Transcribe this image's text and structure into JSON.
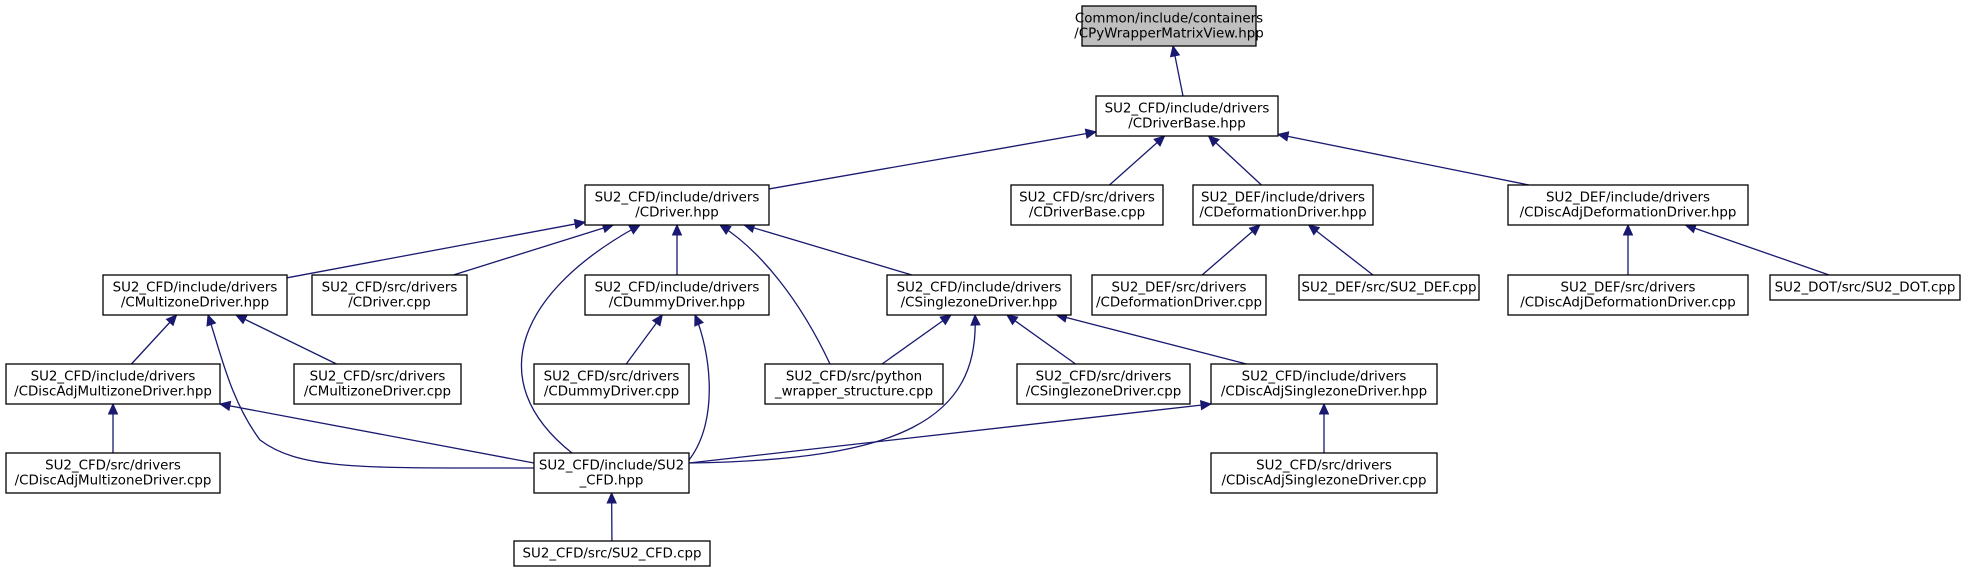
{
  "graph": {
    "nodes": [
      {
        "id": "root",
        "lines": [
          "Common/include/containers",
          "/CPyWrapperMatrixView.hpp"
        ],
        "highlight": true
      },
      {
        "id": "driverbase_hpp",
        "lines": [
          "SU2_CFD/include/drivers",
          "/CDriverBase.hpp"
        ]
      },
      {
        "id": "driver_hpp",
        "lines": [
          "SU2_CFD/include/drivers",
          "/CDriver.hpp"
        ]
      },
      {
        "id": "driverbase_cpp",
        "lines": [
          "SU2_CFD/src/drivers",
          "/CDriverBase.cpp"
        ]
      },
      {
        "id": "deformation_hpp",
        "lines": [
          "SU2_DEF/include/drivers",
          "/CDeformationDriver.hpp"
        ]
      },
      {
        "id": "discadjdeform_hpp",
        "lines": [
          "SU2_DEF/include/drivers",
          "/CDiscAdjDeformationDriver.hpp"
        ]
      },
      {
        "id": "multizone_hpp",
        "lines": [
          "SU2_CFD/include/drivers",
          "/CMultizoneDriver.hpp"
        ]
      },
      {
        "id": "driver_cpp",
        "lines": [
          "SU2_CFD/src/drivers",
          "/CDriver.cpp"
        ]
      },
      {
        "id": "dummy_hpp",
        "lines": [
          "SU2_CFD/include/drivers",
          "/CDummyDriver.hpp"
        ]
      },
      {
        "id": "singlezone_hpp",
        "lines": [
          "SU2_CFD/include/drivers",
          "/CSinglezoneDriver.hpp"
        ]
      },
      {
        "id": "deformation_cpp",
        "lines": [
          "SU2_DEF/src/drivers",
          "/CDeformationDriver.cpp"
        ]
      },
      {
        "id": "su2def_cpp",
        "lines": [
          "SU2_DEF/src/SU2_DEF.cpp"
        ]
      },
      {
        "id": "discadjdeform_cpp",
        "lines": [
          "SU2_DEF/src/drivers",
          "/CDiscAdjDeformationDriver.cpp"
        ]
      },
      {
        "id": "su2dot_cpp",
        "lines": [
          "SU2_DOT/src/SU2_DOT.cpp"
        ]
      },
      {
        "id": "discadjmulti_hpp",
        "lines": [
          "SU2_CFD/include/drivers",
          "/CDiscAdjMultizoneDriver.hpp"
        ]
      },
      {
        "id": "multizone_cpp",
        "lines": [
          "SU2_CFD/src/drivers",
          "/CMultizoneDriver.cpp"
        ]
      },
      {
        "id": "dummy_cpp",
        "lines": [
          "SU2_CFD/src/drivers",
          "/CDummyDriver.cpp"
        ]
      },
      {
        "id": "python_cpp",
        "lines": [
          "SU2_CFD/src/python",
          "_wrapper_structure.cpp"
        ]
      },
      {
        "id": "singlezone_cpp",
        "lines": [
          "SU2_CFD/src/drivers",
          "/CSinglezoneDriver.cpp"
        ]
      },
      {
        "id": "discadjsingle_hpp",
        "lines": [
          "SU2_CFD/include/drivers",
          "/CDiscAdjSinglezoneDriver.hpp"
        ]
      },
      {
        "id": "discadjmulti_cpp",
        "lines": [
          "SU2_CFD/src/drivers",
          "/CDiscAdjMultizoneDriver.cpp"
        ]
      },
      {
        "id": "su2cfd_hpp",
        "lines": [
          "SU2_CFD/include/SU2",
          "_CFD.hpp"
        ]
      },
      {
        "id": "discadjsingle_cpp",
        "lines": [
          "SU2_CFD/src/drivers",
          "/CDiscAdjSinglezoneDriver.cpp"
        ]
      },
      {
        "id": "su2cfd_cpp",
        "lines": [
          "SU2_CFD/src/SU2_CFD.cpp"
        ]
      }
    ],
    "edges": [
      {
        "from": "driverbase_hpp",
        "to": "root"
      },
      {
        "from": "driver_hpp",
        "to": "driverbase_hpp"
      },
      {
        "from": "driverbase_cpp",
        "to": "driverbase_hpp"
      },
      {
        "from": "deformation_hpp",
        "to": "driverbase_hpp"
      },
      {
        "from": "discadjdeform_hpp",
        "to": "driverbase_hpp"
      },
      {
        "from": "multizone_hpp",
        "to": "driver_hpp"
      },
      {
        "from": "driver_cpp",
        "to": "driver_hpp"
      },
      {
        "from": "dummy_hpp",
        "to": "driver_hpp"
      },
      {
        "from": "singlezone_hpp",
        "to": "driver_hpp"
      },
      {
        "from": "python_cpp",
        "to": "driver_hpp"
      },
      {
        "from": "su2cfd_hpp",
        "to": "driver_hpp"
      },
      {
        "from": "deformation_cpp",
        "to": "deformation_hpp"
      },
      {
        "from": "su2def_cpp",
        "to": "deformation_hpp"
      },
      {
        "from": "discadjdeform_cpp",
        "to": "discadjdeform_hpp"
      },
      {
        "from": "su2dot_cpp",
        "to": "discadjdeform_hpp"
      },
      {
        "from": "discadjmulti_hpp",
        "to": "multizone_hpp"
      },
      {
        "from": "multizone_cpp",
        "to": "multizone_hpp"
      },
      {
        "from": "su2cfd_hpp",
        "to": "multizone_hpp"
      },
      {
        "from": "dummy_cpp",
        "to": "dummy_hpp"
      },
      {
        "from": "su2cfd_hpp",
        "to": "dummy_hpp"
      },
      {
        "from": "python_cpp",
        "to": "singlezone_hpp"
      },
      {
        "from": "singlezone_cpp",
        "to": "singlezone_hpp"
      },
      {
        "from": "discadjsingle_hpp",
        "to": "singlezone_hpp"
      },
      {
        "from": "su2cfd_hpp",
        "to": "singlezone_hpp"
      },
      {
        "from": "discadjmulti_cpp",
        "to": "discadjmulti_hpp"
      },
      {
        "from": "su2cfd_hpp",
        "to": "discadjmulti_hpp"
      },
      {
        "from": "discadjsingle_cpp",
        "to": "discadjsingle_hpp"
      },
      {
        "from": "su2cfd_hpp",
        "to": "discadjsingle_hpp"
      },
      {
        "from": "su2cfd_cpp",
        "to": "su2cfd_hpp"
      }
    ]
  },
  "colors": {
    "edge": "#191970",
    "node_border": "#000000",
    "node_fill": "#ffffff",
    "root_fill": "#bfbfbf"
  }
}
